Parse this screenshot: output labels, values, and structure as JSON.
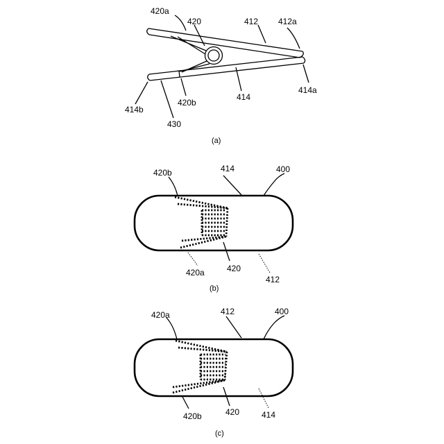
{
  "figure_a": {
    "labels": {
      "l420a": "420a",
      "l420": "420",
      "l412": "412",
      "l412a": "412a",
      "l414b": "414b",
      "l420b": "420b",
      "l414": "414",
      "l414a": "414a",
      "l430": "430"
    },
    "caption": "(a)"
  },
  "figure_b": {
    "labels": {
      "l420b": "420b",
      "l414": "414",
      "l400": "400",
      "l420a": "420a",
      "l420": "420",
      "l412": "412"
    },
    "caption": "(b)"
  },
  "figure_c": {
    "labels": {
      "l420a": "420a",
      "l412": "412",
      "l400": "400",
      "l420b": "420b",
      "l420": "420",
      "l414": "414"
    },
    "caption": "(c)"
  }
}
